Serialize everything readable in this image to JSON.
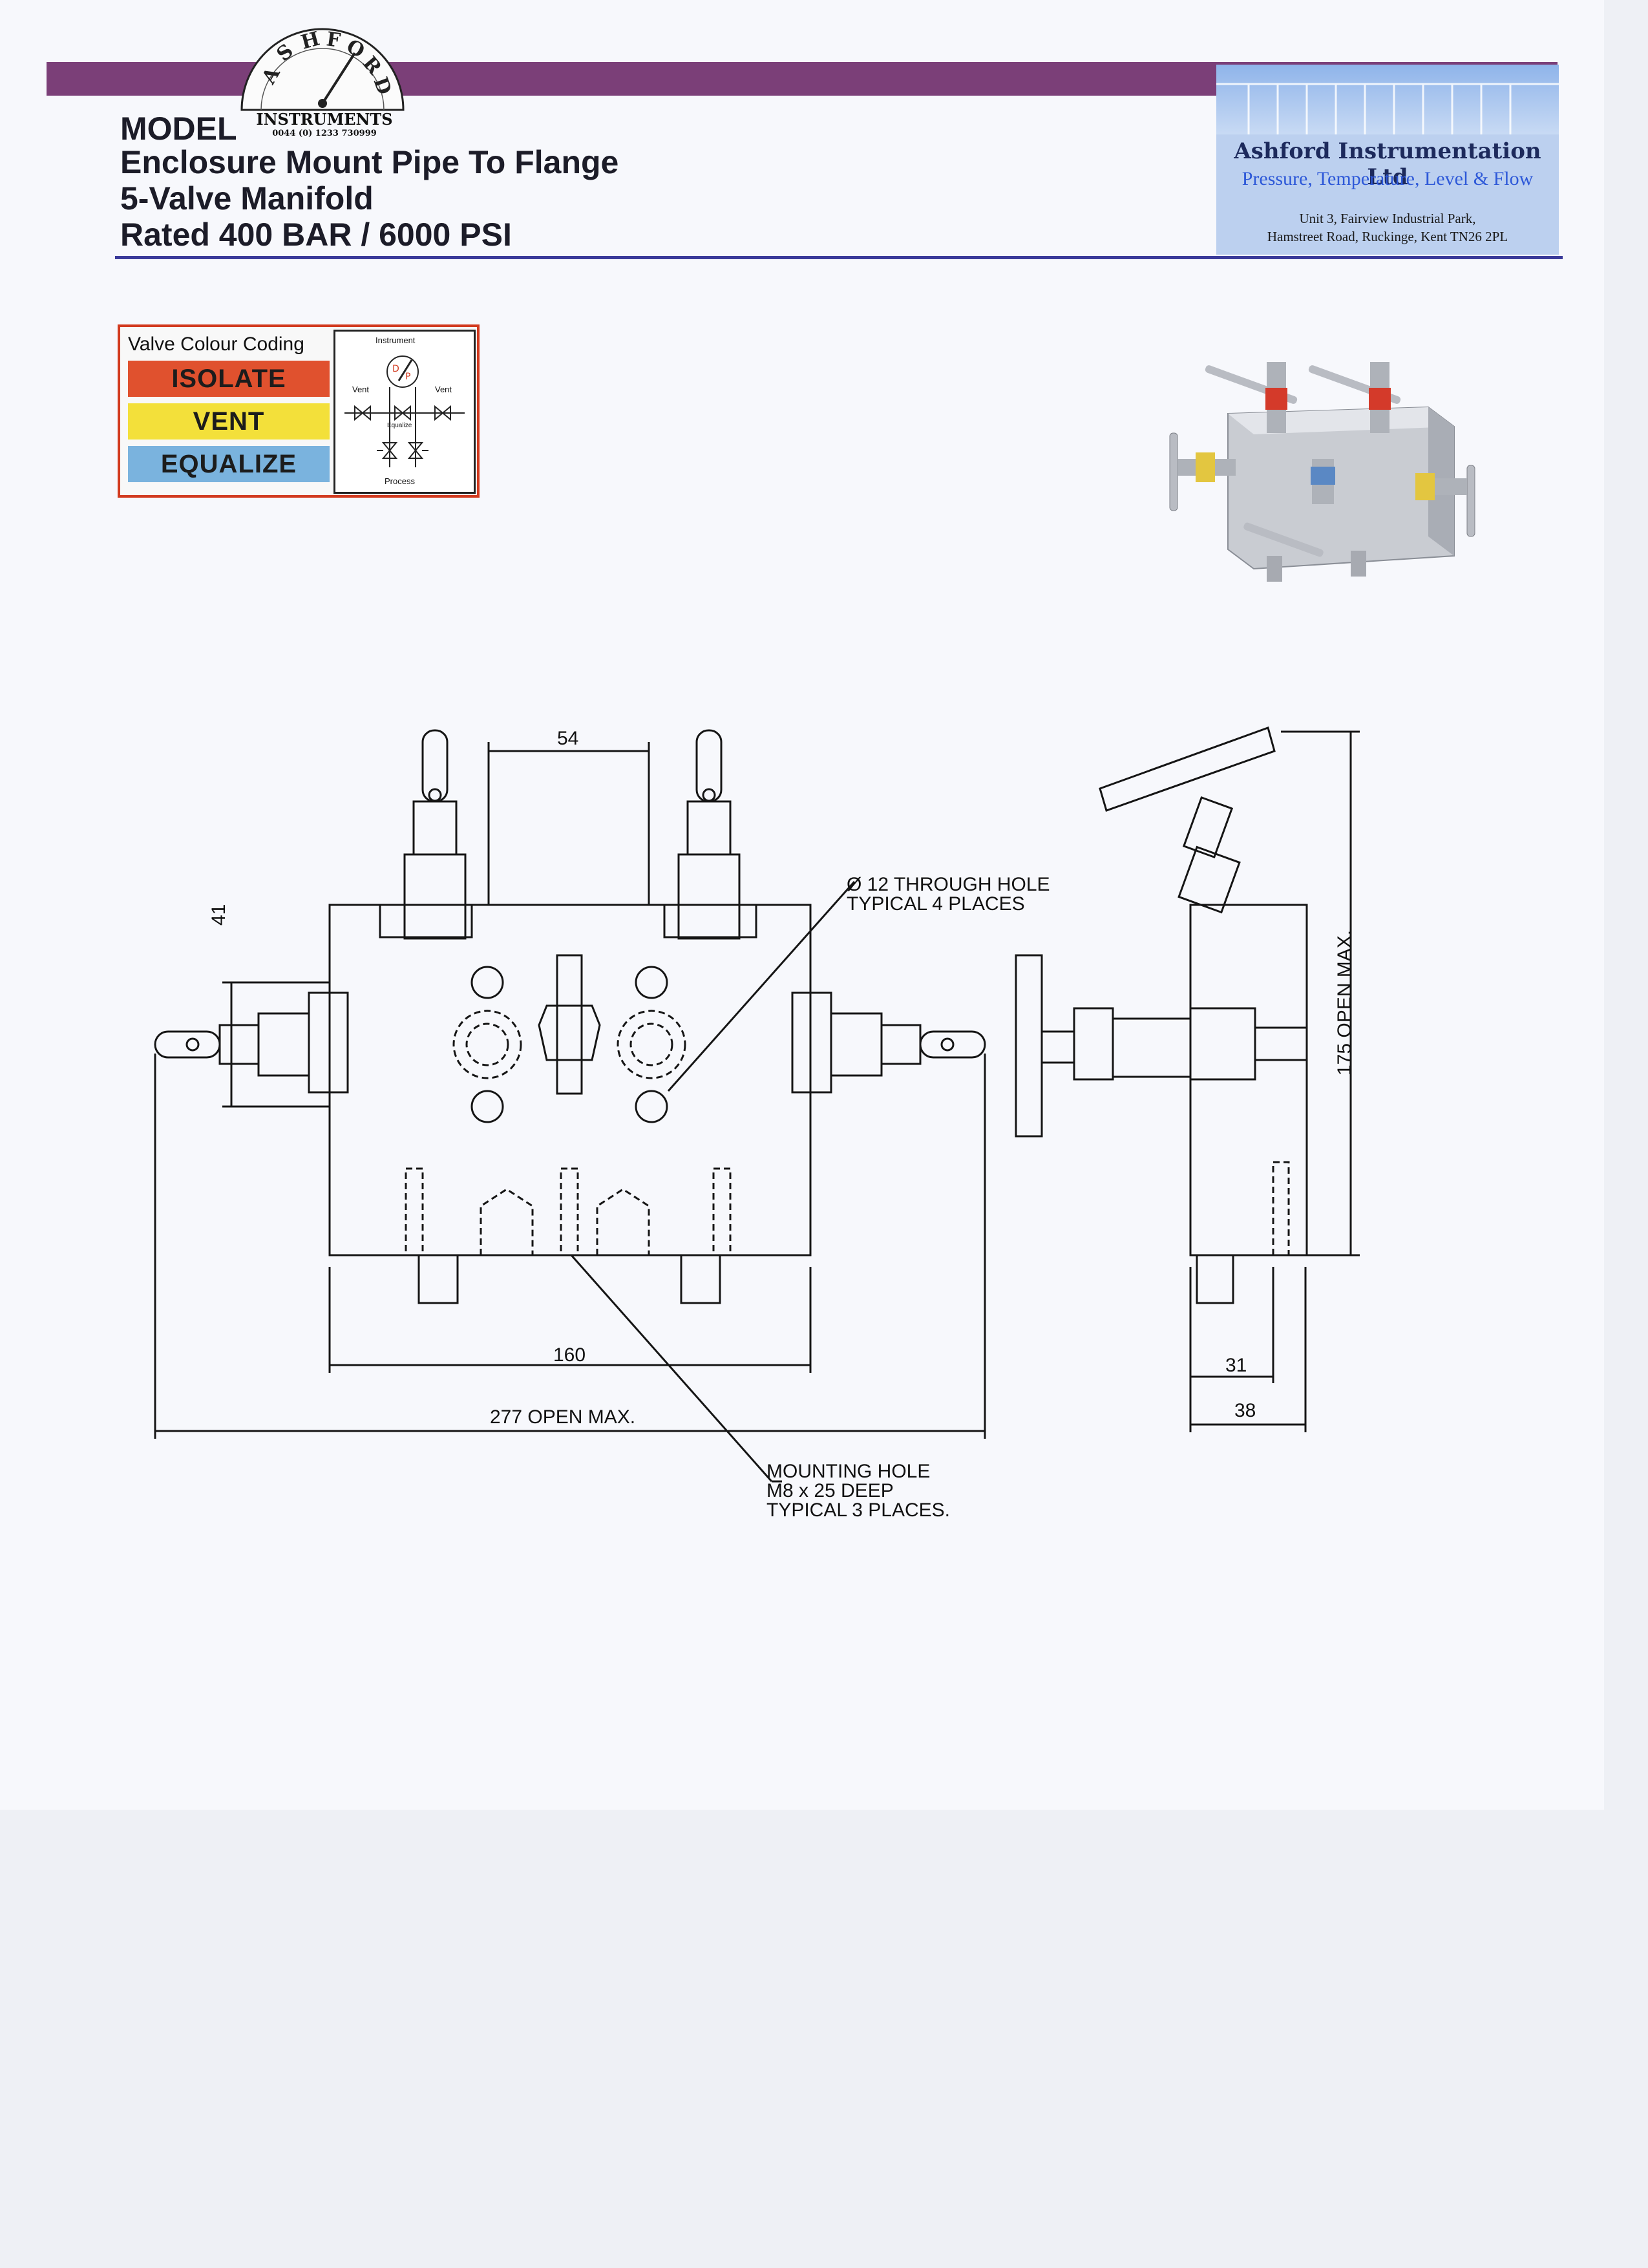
{
  "header": {
    "logo_brand": "ASHFORD",
    "logo_sub": "INSTRUMENTS",
    "logo_phone": "0044 (0) 1233 730999",
    "model_label": "MODEL",
    "title_lines": [
      "Enclosure Mount Pipe To Flange",
      "5-Valve Manifold",
      "Rated 400 BAR / 6000 PSI"
    ]
  },
  "company": {
    "name": "Ashford Instrumentation Ltd",
    "tagline": "Pressure, Temperature, Level & Flow",
    "address_line1": "Unit 3, Fairview Industrial Park,",
    "address_line2": "Hamstreet Road, Ruckinge, Kent TN26 2PL"
  },
  "legend": {
    "title": "Valve Colour Coding",
    "items": [
      {
        "label": "ISOLATE",
        "color": "#e0512e"
      },
      {
        "label": "VENT",
        "color": "#f3e03a"
      },
      {
        "label": "EQUALIZE",
        "color": "#7ab3de"
      }
    ],
    "diagram_labels": {
      "instrument": "Instrument",
      "vent_left": "Vent",
      "vent_right": "Vent",
      "equalize": "Equalize",
      "process": "Process",
      "gauge_d": "D",
      "gauge_p": "P"
    }
  },
  "dimensions": {
    "d54": "54",
    "d41": "41",
    "d160": "160",
    "d277": "277 OPEN MAX.",
    "d175": "175 OPEN MAX.",
    "d31": "31",
    "d38": "38"
  },
  "notes": {
    "through_hole_1": "Ø 12 THROUGH HOLE",
    "through_hole_2": "TYPICAL 4 PLACES",
    "mounting_1": "MOUNTING HOLE",
    "mounting_2": "M8 x 25 DEEP",
    "mounting_3": "TYPICAL 3 PLACES."
  },
  "colors": {
    "bar_purple": "#7b3f78",
    "rule_blue": "#3b3b9a",
    "legend_border": "#d23a1f"
  }
}
